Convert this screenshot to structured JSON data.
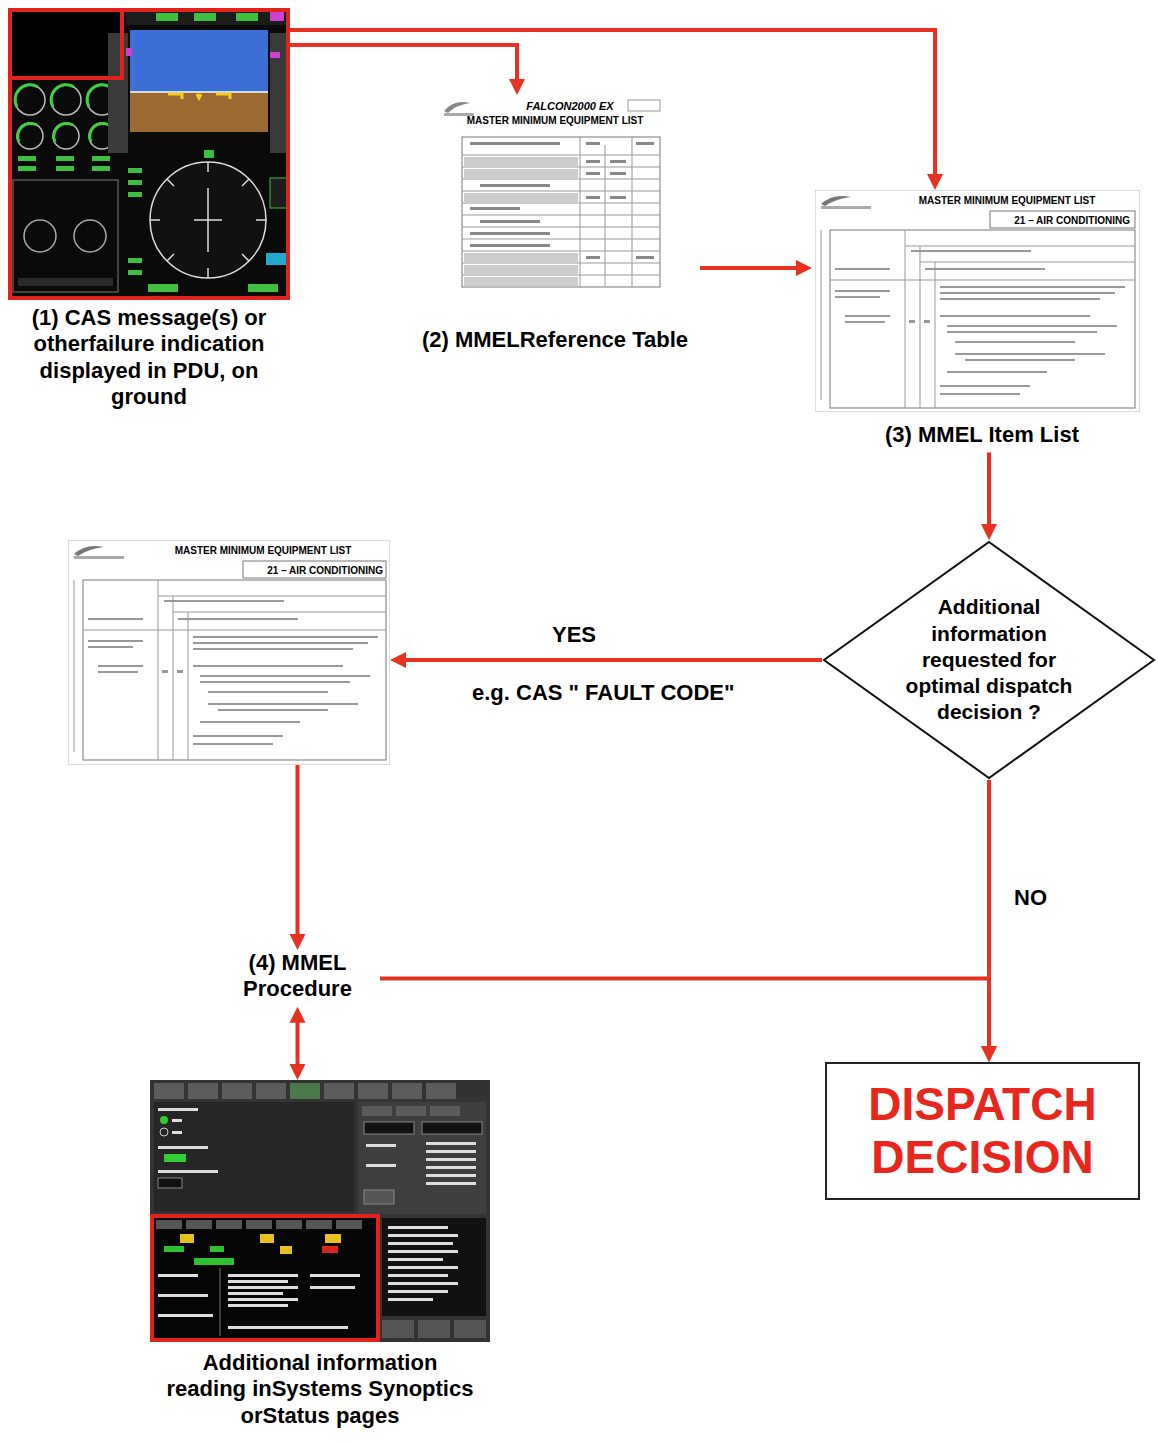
{
  "diagram": {
    "nodes": [
      {
        "text": [
          "(1) CAS message(s) or otherfailure indication displayed in PDU, on ground"
        ]
      },
      {
        "text": [
          "FALCON2000 EX",
          "MASTER MINIMUM EQUIPMENT LIST",
          "(2) MMELReference Table"
        ]
      },
      {
        "text": [
          "MASTER MINIMUM EQUIPMENT LIST",
          "21 – AIR CONDITIONING",
          "(3) MMEL Item List"
        ]
      },
      {
        "text": [
          "Additional information requested for optimal dispatch decision ?"
        ]
      },
      {
        "text": [
          "MASTER MINIMUM EQUIPMENT LIST",
          "21 – AIR CONDITIONING"
        ]
      },
      {
        "text": [
          "(4) MMEL Procedure"
        ]
      },
      {
        "text": [
          "Additional information reading inSystems Synoptics orStatus pages"
        ]
      },
      {
        "text": [
          "DISPATCH DECISION"
        ]
      }
    ],
    "edges": [
      {
        "from": 0,
        "to": 1,
        "arrow": "to"
      },
      {
        "from": 0,
        "to": 2,
        "arrow": "to"
      },
      {
        "from": 1,
        "to": 2,
        "arrow": "to"
      },
      {
        "from": 2,
        "to": 3,
        "arrow": "to"
      },
      {
        "from": 3,
        "to": 4,
        "label": "YES",
        "arrow": "to"
      },
      {
        "from": 3,
        "to": 7,
        "label": "NO",
        "arrow": "to"
      },
      {
        "from": 4,
        "to": 5,
        "arrow": "to"
      },
      {
        "from": 5,
        "to": 7,
        "arrow": "to"
      },
      {
        "from": 5,
        "to": 6,
        "arrow": "both"
      }
    ],
    "labels": [
      "e.g. CAS \" FAULT CODE\""
    ]
  }
}
